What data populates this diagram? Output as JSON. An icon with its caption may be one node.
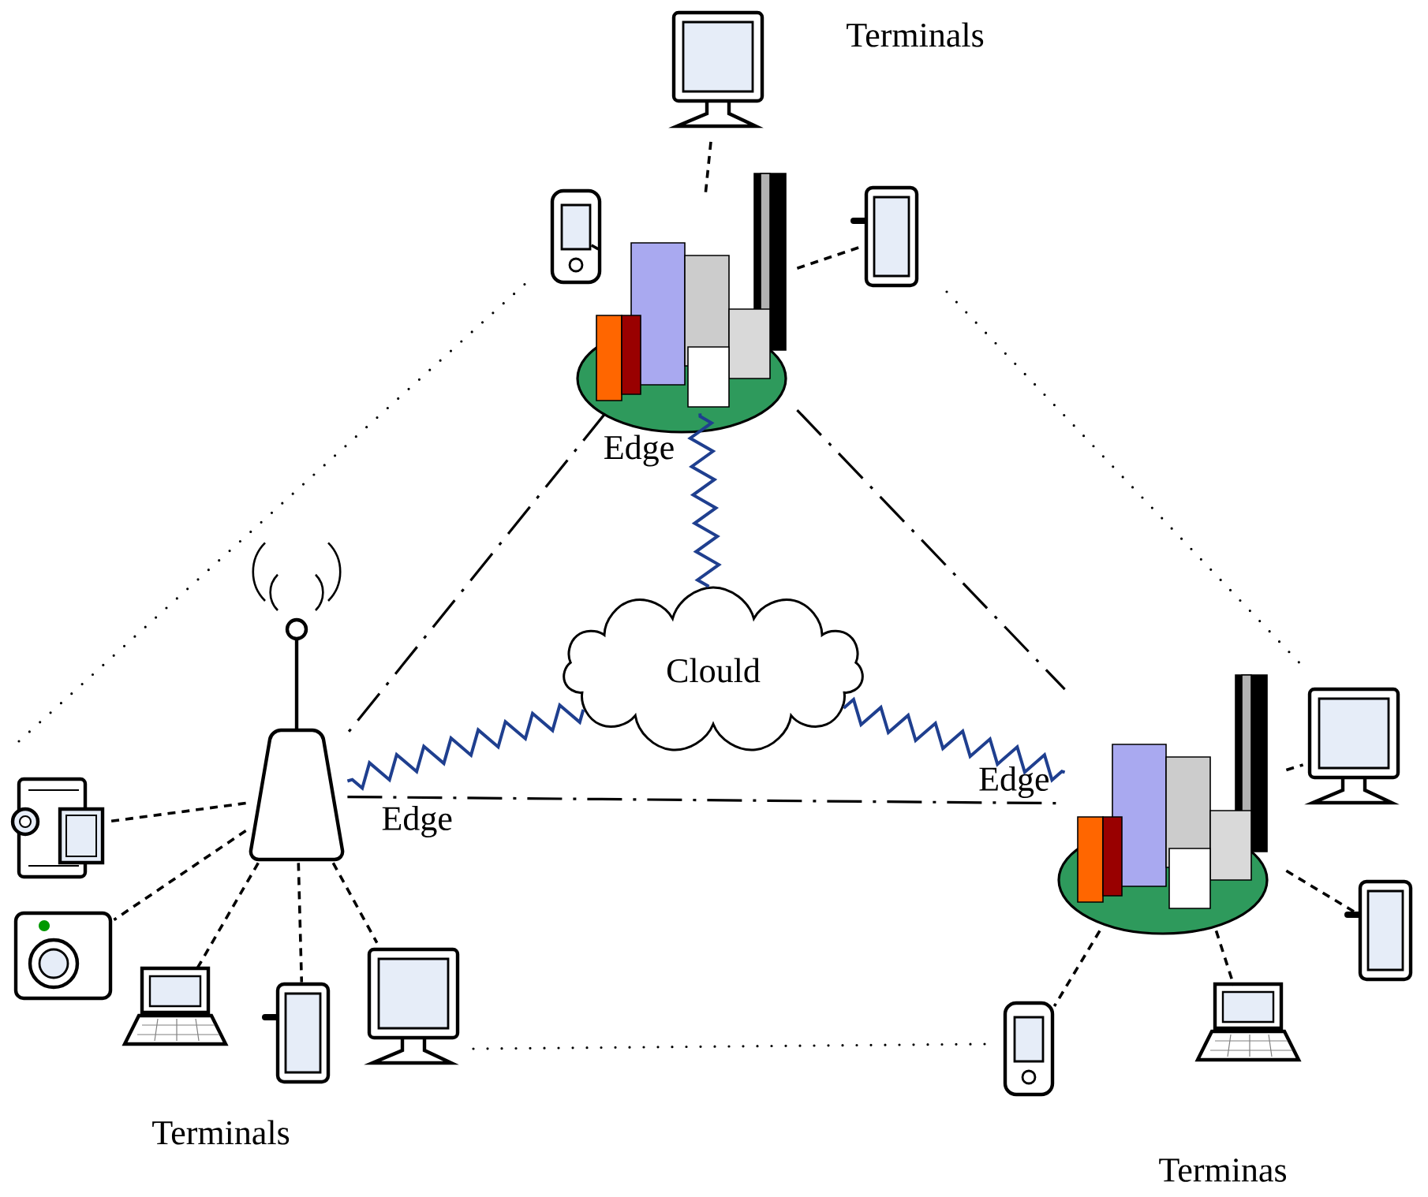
{
  "diagram": {
    "nodes": [
      {
        "text": [
          "Clould"
        ]
      },
      {
        "text": [
          "Edge"
        ]
      },
      {
        "text": [
          "Edge"
        ]
      },
      {
        "text": [
          "Edge"
        ]
      },
      {
        "text": [],
        "shape": "picture"
      },
      {
        "text": [],
        "shape": "picture"
      },
      {
        "text": [],
        "shape": "picture"
      },
      {
        "text": [],
        "shape": "picture"
      },
      {
        "text": [],
        "shape": "picture"
      },
      {
        "text": [],
        "shape": "picture"
      },
      {
        "text": [],
        "shape": "picture"
      },
      {
        "text": [],
        "shape": "picture"
      },
      {
        "text": [],
        "shape": "picture"
      },
      {
        "text": [],
        "shape": "picture"
      },
      {
        "text": [],
        "shape": "picture"
      },
      {
        "text": [],
        "shape": "picture"
      }
    ],
    "edges": [
      {
        "from": 0,
        "to": 1,
        "arrow": "none",
        "color": "#1f3f8f"
      },
      {
        "from": 0,
        "to": 2,
        "arrow": "none",
        "color": "#1f3f8f"
      },
      {
        "from": 0,
        "to": 3,
        "arrow": "none",
        "color": "#1f3f8f"
      },
      {
        "from": 1,
        "to": 2,
        "arrow": "none",
        "style": "dashed"
      },
      {
        "from": 1,
        "to": 3,
        "arrow": "none",
        "style": "dashed"
      },
      {
        "from": 2,
        "to": 3,
        "arrow": "none",
        "style": "dashed"
      },
      {
        "from": 1,
        "to": 4,
        "arrow": "none",
        "style": "dashed"
      },
      {
        "from": 1,
        "to": 5,
        "arrow": "none",
        "style": "dashed"
      },
      {
        "from": 1,
        "to": 6,
        "arrow": "none",
        "style": "dashed"
      },
      {
        "from": 2,
        "to": 7,
        "arrow": "none",
        "style": "dashed"
      },
      {
        "from": 2,
        "to": 8,
        "arrow": "none",
        "style": "dashed"
      },
      {
        "from": 2,
        "to": 9,
        "arrow": "none",
        "style": "dashed"
      },
      {
        "from": 2,
        "to": 10,
        "arrow": "none",
        "style": "dashed"
      },
      {
        "from": 2,
        "to": 11,
        "arrow": "none",
        "style": "dashed"
      },
      {
        "from": 3,
        "to": 12,
        "arrow": "none",
        "style": "dashed"
      },
      {
        "from": 3,
        "to": 13,
        "arrow": "none",
        "style": "dashed"
      },
      {
        "from": 3,
        "to": 14,
        "arrow": "none",
        "style": "dashed"
      },
      {
        "from": 3,
        "to": 15,
        "arrow": "none",
        "style": "dashed"
      }
    ],
    "labels": [
      "Terminals",
      "Terminals",
      "Terminas"
    ]
  }
}
